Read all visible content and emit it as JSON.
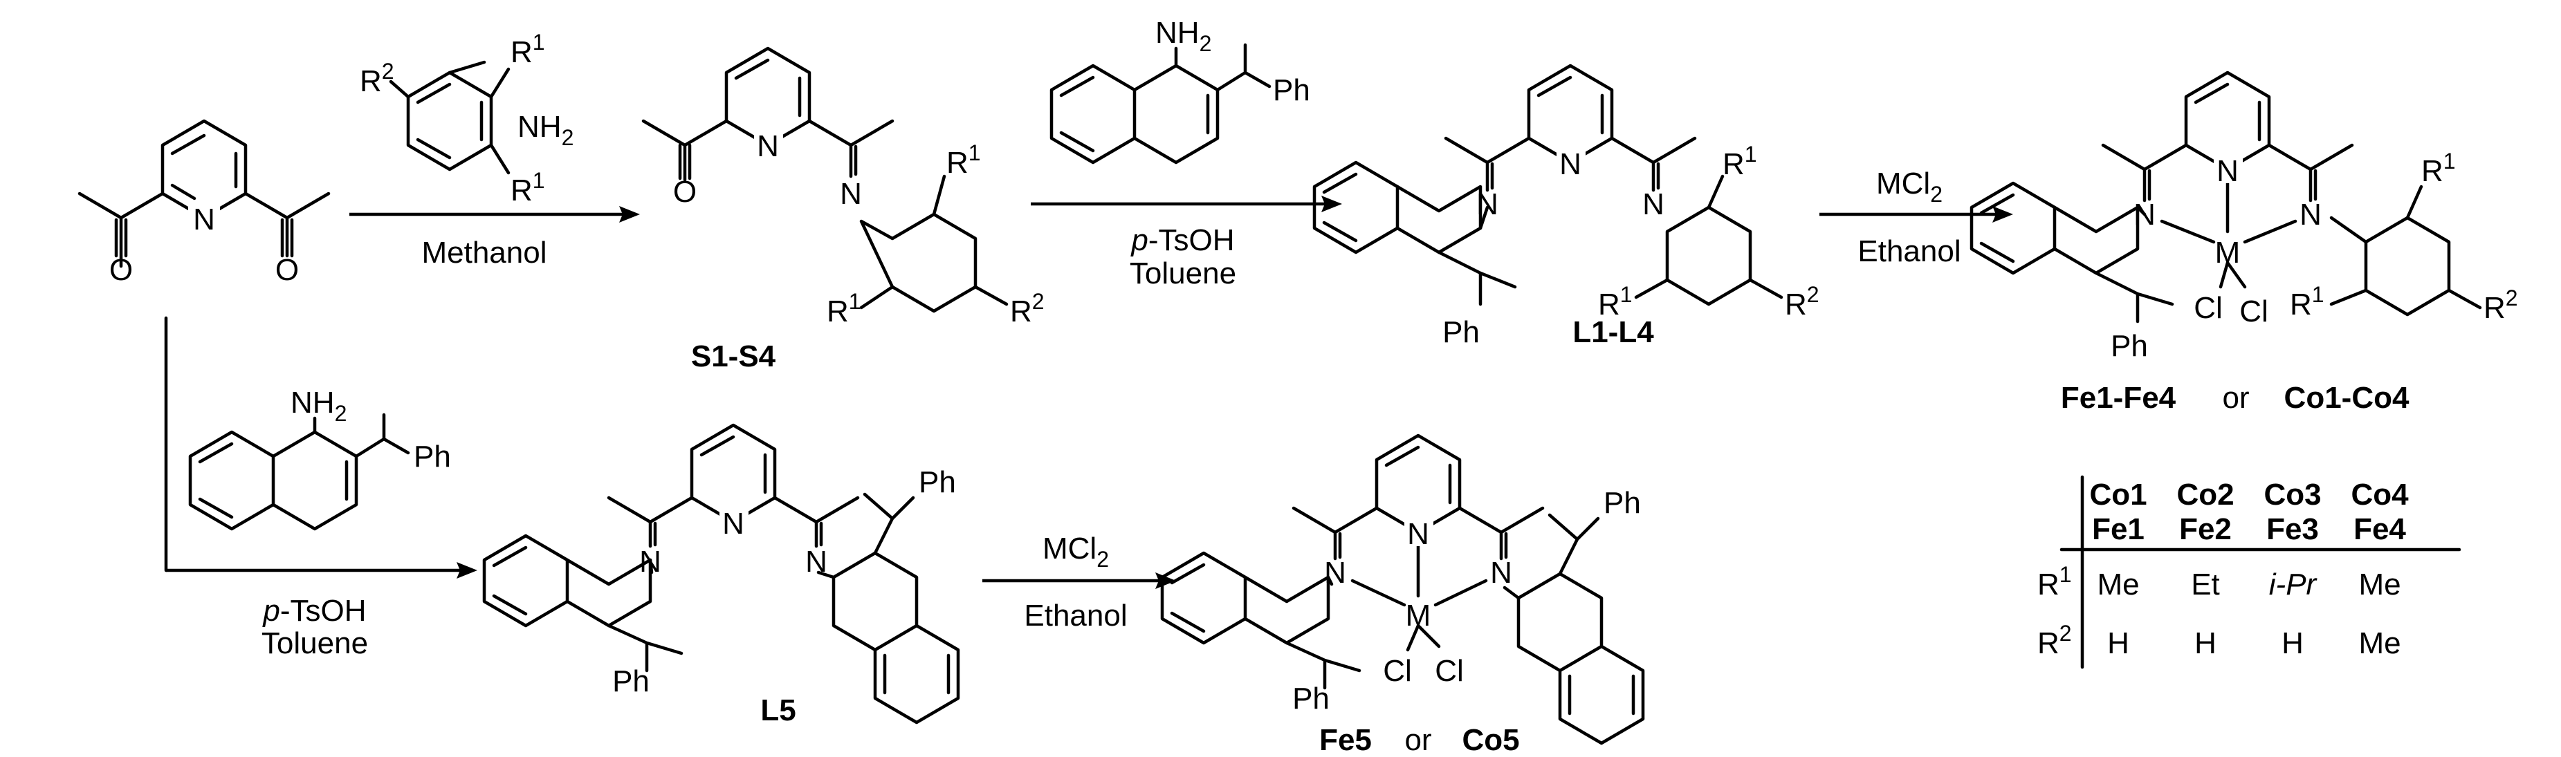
{
  "reagents": {
    "aniline": {
      "r1_top": "R",
      "r1_top_sup": "1",
      "r2": "R",
      "r2_sup": "2",
      "nh2": "NH",
      "nh2_sub": "2",
      "r1_bot": "R",
      "r1_bot_sup": "1"
    },
    "naph_amine_top": {
      "nh2": "NH",
      "nh2_sub": "2",
      "ph": "Ph"
    },
    "naph_amine_bottom": {
      "nh2": "NH",
      "nh2_sub": "2",
      "ph": "Ph"
    }
  },
  "conditions": {
    "step1": {
      "solvent": "Methanol"
    },
    "step2": {
      "acid_prefix": "p",
      "acid_rest": "-TsOH",
      "solvent": "Toluene"
    },
    "step3": {
      "reagent": "MCl",
      "reagent_sub": "2",
      "solvent": "Ethanol"
    },
    "step4": {
      "acid_prefix": "p",
      "acid_rest": "-TsOH",
      "solvent": "Toluene"
    },
    "step5": {
      "reagent": "MCl",
      "reagent_sub": "2",
      "solvent": "Ethanol"
    }
  },
  "atoms": {
    "N": "N",
    "O": "O",
    "M": "M",
    "Cl": "Cl",
    "Ph": "Ph",
    "R": "R",
    "sup1": "1",
    "sup2": "2"
  },
  "compounds": {
    "S": "S1-S4",
    "L": "L1-L4",
    "L5": "L5",
    "complex_top": {
      "fe": "Fe1-Fe4",
      "or": "or",
      "co": "Co1-Co4"
    },
    "complex_bottom": {
      "fe": "Fe5",
      "or": "or",
      "co": "Co5"
    }
  },
  "table": {
    "co_row": [
      "Co1",
      "Co2",
      "Co3",
      "Co4"
    ],
    "fe_row": [
      "Fe1",
      "Fe2",
      "Fe3",
      "Fe4"
    ],
    "rows": [
      {
        "label": "R",
        "sup": "1",
        "values": [
          "Me",
          "Et",
          "i-Pr",
          "Me"
        ]
      },
      {
        "label": "R",
        "sup": "2",
        "values": [
          "H",
          "H",
          "H",
          "Me"
        ]
      }
    ]
  }
}
